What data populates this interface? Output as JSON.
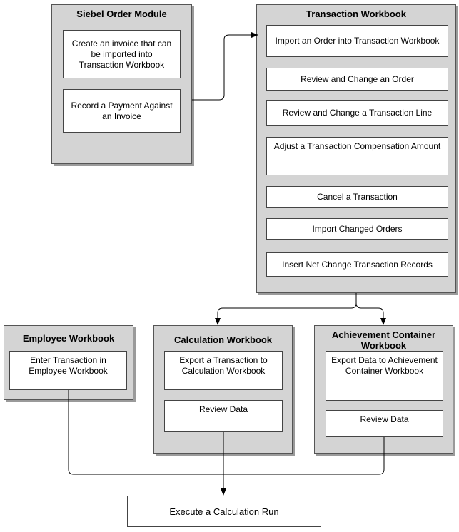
{
  "siebel": {
    "title": "Siebel Order Module",
    "steps": [
      "Create an invoice that can be imported into Transaction Workbook",
      "Record a Payment Against an Invoice"
    ]
  },
  "transaction": {
    "title": "Transaction Workbook",
    "steps": [
      "Import an Order into Transaction Workbook",
      "Review and Change an Order",
      "Review and Change a Transaction Line",
      "Adjust a Transaction Compensation Amount",
      "Cancel a Transaction",
      "Import Changed Orders",
      "Insert Net Change Transaction Records"
    ]
  },
  "employee": {
    "title": "Employee Workbook",
    "steps": [
      "Enter Transaction in Employee Workbook"
    ]
  },
  "calculation": {
    "title": "Calculation Workbook",
    "steps": [
      "Export a Transaction to Calculation Workbook",
      "Review Data"
    ]
  },
  "achievement": {
    "title": "Achievement Container Workbook",
    "steps": [
      "Export Data to Achievement Container Workbook",
      "Review Data"
    ]
  },
  "final": {
    "label": "Execute a Calculation Run"
  },
  "colors": {
    "group_fill": "#d4d4d4",
    "group_shadow": "#9a9a9a",
    "line": "#000000"
  }
}
